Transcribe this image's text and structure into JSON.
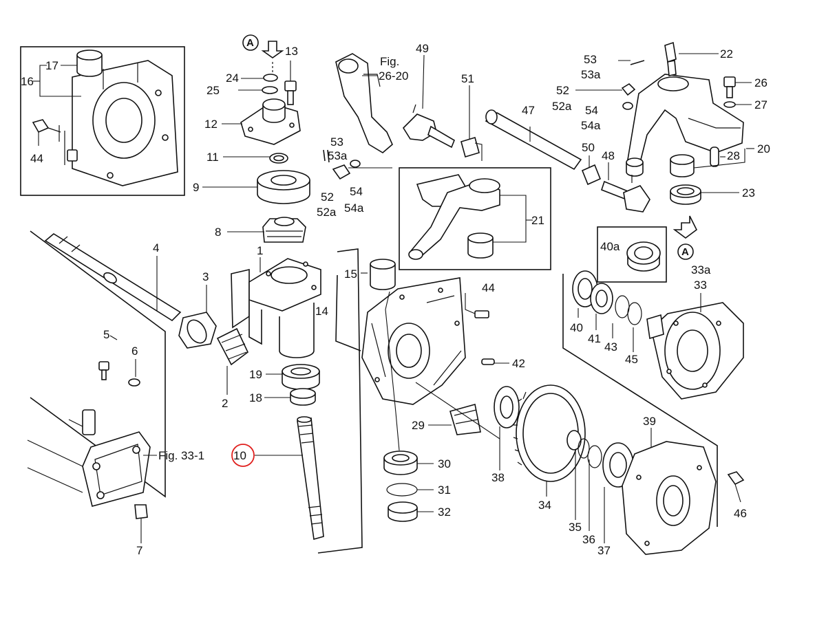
{
  "labels": {
    "l1": "1",
    "l2": "2",
    "l3": "3",
    "l4": "4",
    "l5": "5",
    "l6": "6",
    "l7": "7",
    "l8": "8",
    "l9": "9",
    "l10": "10",
    "l11": "11",
    "l12": "12",
    "l13": "13",
    "l14": "14",
    "l15": "15",
    "l16": "16",
    "l17": "17",
    "l18": "18",
    "l19": "19",
    "l20": "20",
    "l21": "21",
    "l22": "22",
    "l23": "23",
    "l24": "24",
    "l25": "25",
    "l26": "26",
    "l27": "27",
    "l28": "28",
    "l29": "29",
    "l30": "30",
    "l31": "31",
    "l32": "32",
    "l33": "33",
    "l33a": "33a",
    "l34": "34",
    "l35": "35",
    "l36": "36",
    "l37": "37",
    "l38": "38",
    "l39": "39",
    "l40": "40",
    "l40a": "40a",
    "l41": "41",
    "l42": "42",
    "l43": "43",
    "l44a": "44",
    "l44b": "44",
    "l45": "45",
    "l46": "46",
    "l47": "47",
    "l48": "48",
    "l49": "49",
    "l50": "50",
    "l51": "51",
    "l52a": "52",
    "l52a_a": "52a",
    "l52b": "52",
    "l52b_a": "52a",
    "l53a": "53",
    "l53a_a": "53a",
    "l53b": "53",
    "l53b_a": "53a",
    "l54a": "54",
    "l54a_a": "54a",
    "l54b": "54",
    "l54b_a": "54a"
  },
  "refs": {
    "fig_26_20_title": "Fig.",
    "fig_26_20_num": "26-20",
    "fig_33_1": "Fig. 33-1",
    "marker_a": "A"
  },
  "highlight": {
    "part": "10",
    "color": "#e0201e"
  }
}
